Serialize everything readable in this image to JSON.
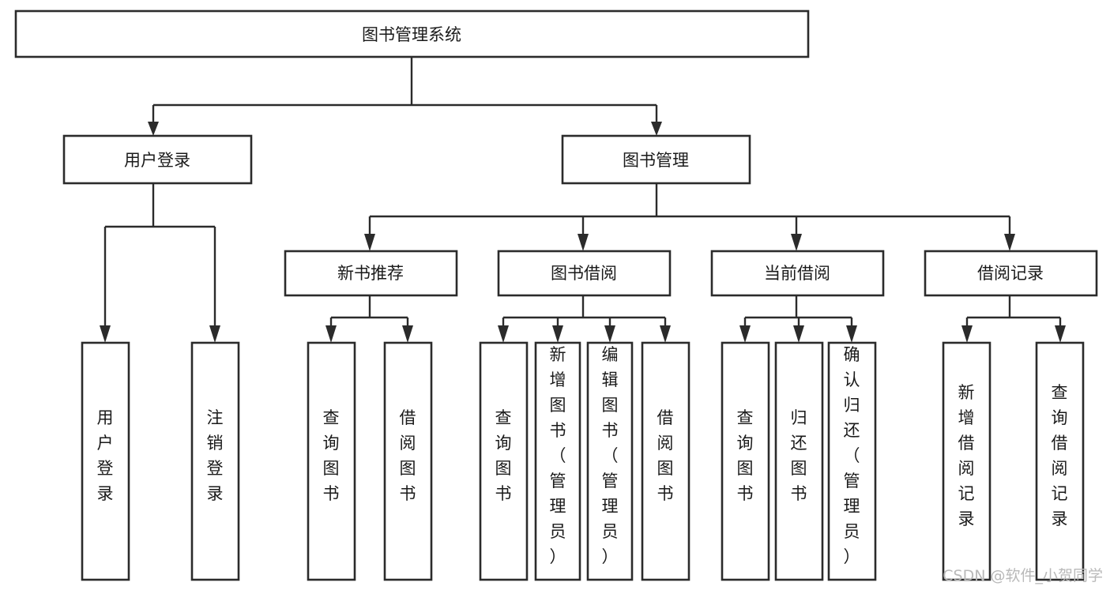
{
  "diagram": {
    "type": "tree",
    "title": "图书管理系统",
    "root": {
      "id": "root",
      "label": "图书管理系统",
      "orientation": "horizontal"
    },
    "level2": [
      {
        "id": "user-login",
        "label": "用户登录",
        "orientation": "horizontal"
      },
      {
        "id": "book-management",
        "label": "图书管理",
        "orientation": "horizontal"
      }
    ],
    "level3": [
      {
        "id": "new-book-recommend",
        "label": "新书推荐",
        "orientation": "horizontal",
        "parent": "book-management"
      },
      {
        "id": "book-borrow",
        "label": "图书借阅",
        "orientation": "horizontal",
        "parent": "book-management"
      },
      {
        "id": "current-borrow",
        "label": "当前借阅",
        "orientation": "horizontal",
        "parent": "book-management"
      },
      {
        "id": "borrow-record",
        "label": "借阅记录",
        "orientation": "horizontal",
        "parent": "book-management"
      }
    ],
    "leaves": [
      {
        "id": "leaf-user-login",
        "label": "用户登录",
        "orientation": "vertical",
        "parent": "user-login"
      },
      {
        "id": "leaf-logout",
        "label": "注销登录",
        "orientation": "vertical",
        "parent": "user-login"
      },
      {
        "id": "leaf-query-book-1",
        "label": "查询图书",
        "orientation": "vertical",
        "parent": "new-book-recommend"
      },
      {
        "id": "leaf-borrow-book-1",
        "label": "借阅图书",
        "orientation": "vertical",
        "parent": "new-book-recommend"
      },
      {
        "id": "leaf-query-book-2",
        "label": "查询图书",
        "orientation": "vertical",
        "parent": "book-borrow"
      },
      {
        "id": "leaf-add-book",
        "label": "新增图书（管理员）",
        "orientation": "vertical",
        "parent": "book-borrow"
      },
      {
        "id": "leaf-edit-book",
        "label": "编辑图书（管理员）",
        "orientation": "vertical",
        "parent": "book-borrow"
      },
      {
        "id": "leaf-borrow-book-2",
        "label": "借阅图书",
        "orientation": "vertical",
        "parent": "book-borrow"
      },
      {
        "id": "leaf-query-book-3",
        "label": "查询图书",
        "orientation": "vertical",
        "parent": "current-borrow"
      },
      {
        "id": "leaf-return-book",
        "label": "归还图书",
        "orientation": "vertical",
        "parent": "current-borrow"
      },
      {
        "id": "leaf-confirm-return",
        "label": "确认归还（管理员）",
        "orientation": "vertical",
        "parent": "current-borrow"
      },
      {
        "id": "leaf-add-record",
        "label": "新增借阅记录",
        "orientation": "vertical",
        "parent": "borrow-record"
      },
      {
        "id": "leaf-query-record",
        "label": "查询借阅记录",
        "orientation": "vertical",
        "parent": "borrow-record"
      }
    ]
  },
  "watermark": {
    "text": "CSDN @软件_小贺同学"
  },
  "colors": {
    "stroke": "#2b2b2b",
    "fill": "#ffffff",
    "text": "#1a1a1a",
    "watermark": "#b9b9b9"
  }
}
